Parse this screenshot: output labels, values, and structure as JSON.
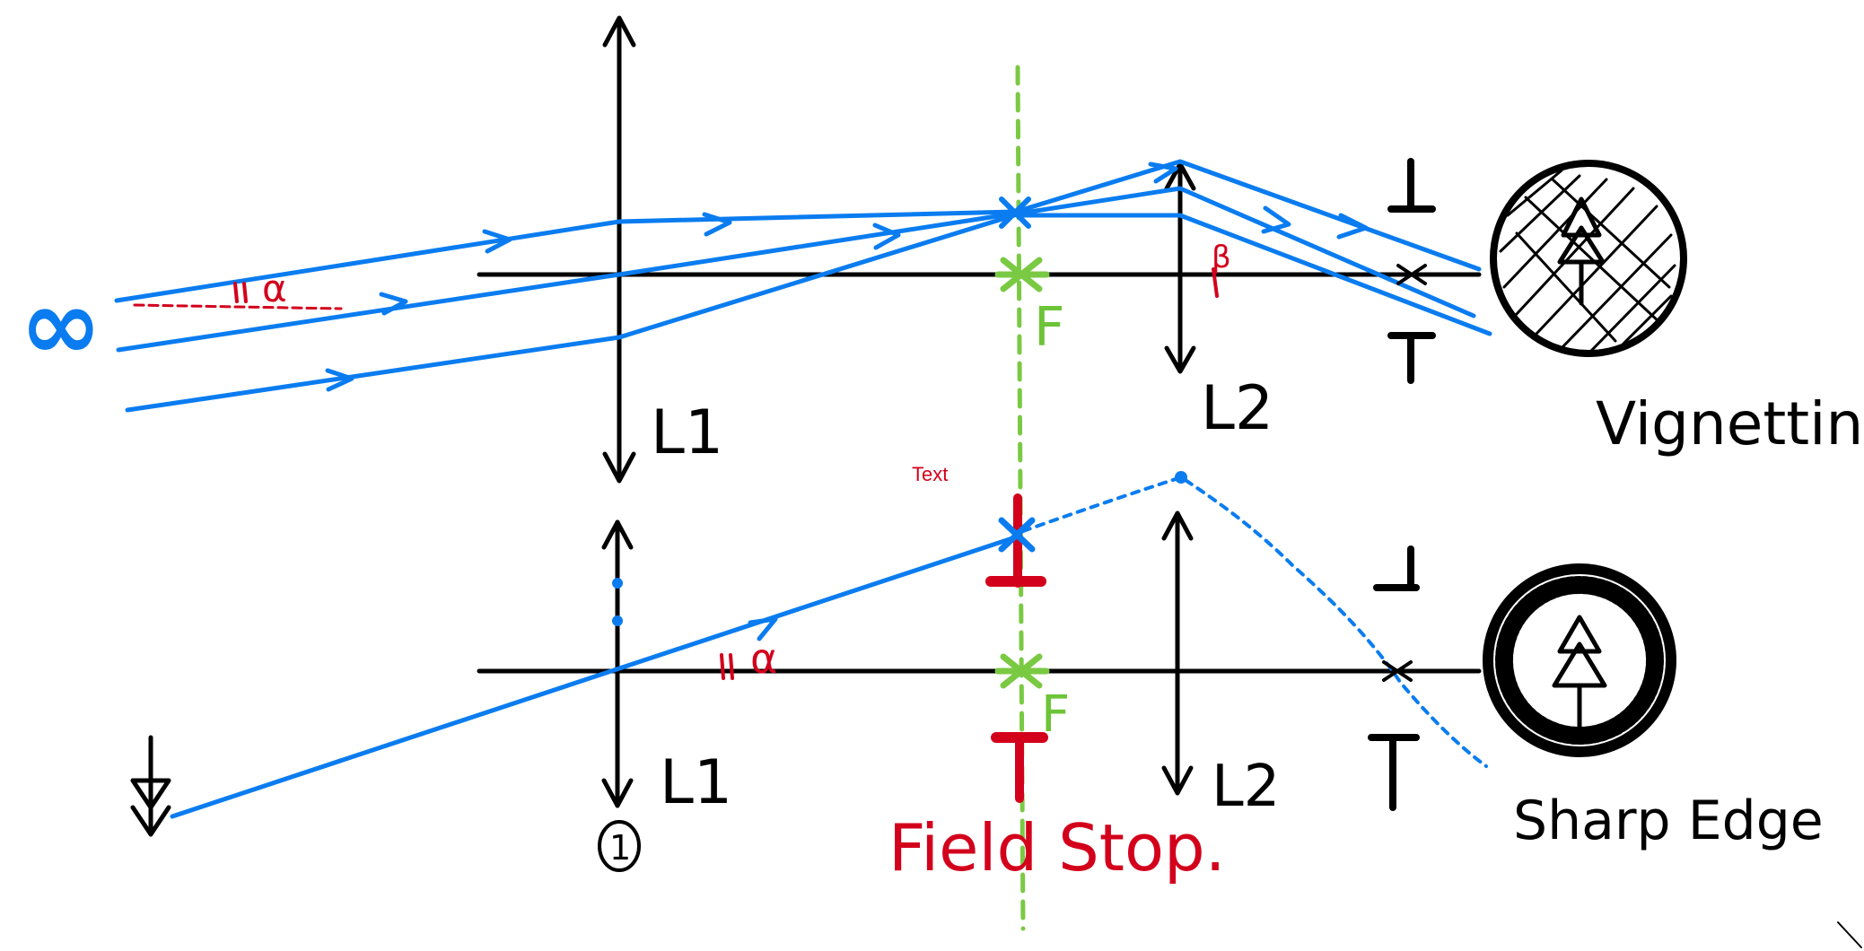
{
  "colors": {
    "ink": "#000000",
    "rays": "#0a7cf0",
    "field_stop": "#d3001c",
    "focal_plane": "#7ac943"
  },
  "labels": {
    "infinity": "∞",
    "lens1_top": "L1",
    "lens2_top": "L2",
    "focus_top": "F",
    "angle_top": "α",
    "beta_top": "β",
    "result_top": "Vignetting.",
    "text_box": "Text",
    "lens1_bottom": "L1",
    "lens2_bottom": "L2",
    "focus_bottom": "F",
    "angle_bottom": "α",
    "circled_one": "1",
    "field_stop": "Field Stop.",
    "result_bottom": "Sharp Edge"
  }
}
